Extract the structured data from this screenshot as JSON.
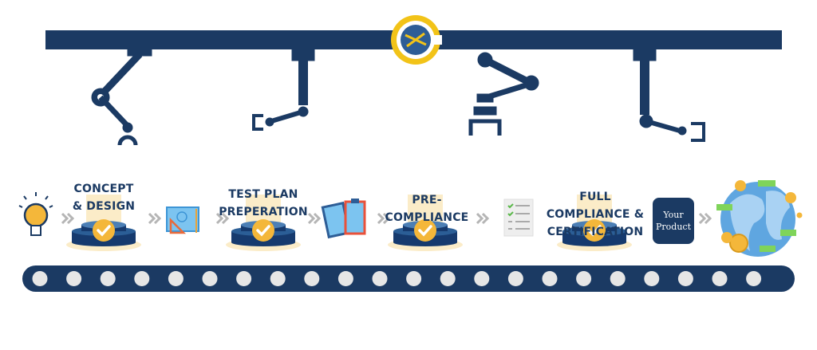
{
  "stages": [
    {
      "label_line1": "CONCEPT",
      "label_line2": "& DESIGN"
    },
    {
      "label_line1": "TEST PLAN",
      "label_line2": "PREPERATION"
    },
    {
      "label_line1": "PRE-COMPLIANCE",
      "label_line2": ""
    },
    {
      "label_line1": "FULL COMPLIANCE &",
      "label_line2": "CERTIFICATION"
    }
  ],
  "product": {
    "line1": "Your",
    "line2": "Product"
  },
  "icons": [
    "lightbulb-icon",
    "blueprint-icon",
    "clipboards-icon",
    "checklist-icon",
    "globe-money-icon",
    "checkmark-icon",
    "chevron-double-right-icon",
    "robot-arm-icon",
    "logo-icon"
  ],
  "colors": {
    "navy": "#1b3a63",
    "gold": "#f4b73a",
    "podium_light": "#fbecc8",
    "gray_arrow": "#b5b5b5"
  }
}
